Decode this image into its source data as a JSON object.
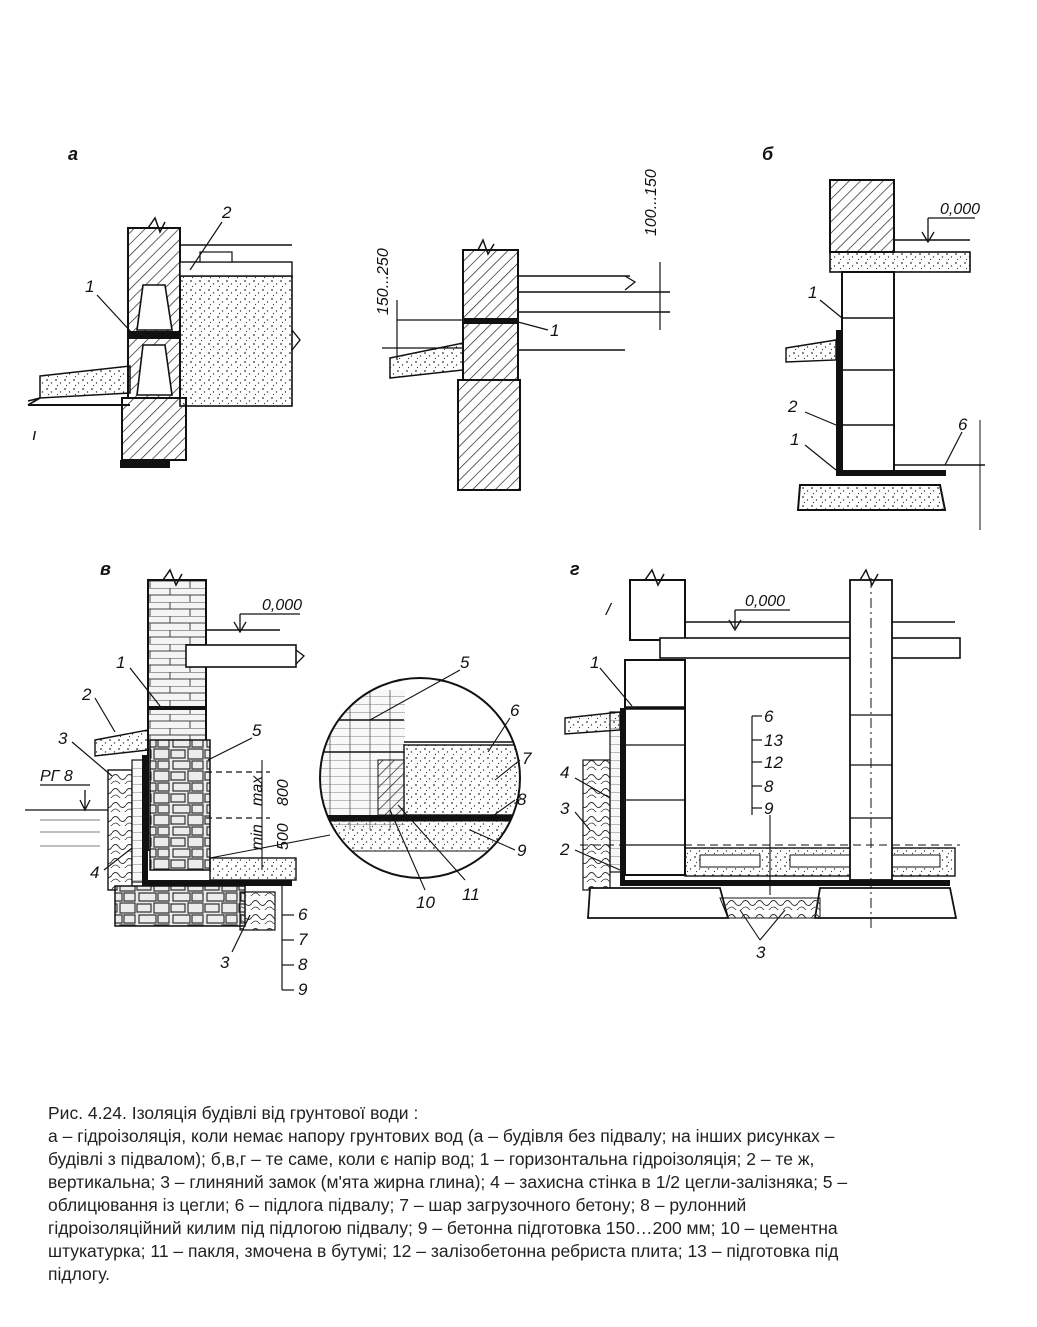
{
  "panels": {
    "a": {
      "letter": "а",
      "labels": {
        "l1": "1",
        "l2": "2",
        "l1b": "1"
      },
      "dims": {
        "d1": "150...250",
        "d2": "100...150"
      }
    },
    "b": {
      "letter": "б",
      "labels": {
        "l1": "1",
        "l2": "2",
        "l1b": "1",
        "l6": "6"
      },
      "level": "0,000"
    },
    "v": {
      "letter": "в",
      "level": "0,000",
      "rg": "РГ 8",
      "labels": {
        "l1": "1",
        "l2": "2",
        "l3": "3",
        "l4": "4",
        "l5": "5",
        "l3b": "3"
      },
      "dims": {
        "max": "max",
        "v800": "800",
        "min": "min",
        "v500": "500"
      },
      "legend": [
        "6",
        "7",
        "8",
        "9"
      ]
    },
    "detail": {
      "labels": {
        "l5": "5",
        "l6": "6",
        "l7": "7",
        "l8": "8",
        "l9": "9",
        "l10": "10",
        "l11": "11"
      }
    },
    "g": {
      "letter": "г",
      "level": "0,000",
      "labels": {
        "l1": "1",
        "l4": "4",
        "l3": "3",
        "l2": "2",
        "l3b": "3"
      },
      "legend": [
        "6",
        "13",
        "12",
        "8",
        "9"
      ]
    }
  },
  "caption": {
    "title": "Рис. 4.24. Ізоляція будівлі від грунтової води :",
    "lines": [
      "а – гідроізоляція, коли немає напору грунтових вод (а – будівля без підвалу; на інших рисунках –",
      " будівлі з підвалом); б,в,г – те саме, коли є напір вод; 1 – горизонтальна гідроізоляція; 2 – те ж,",
      "вертикальна; 3 – глиняний замок (м'ята жирна глина); 4 – захисна стінка в 1/2 цегли-залізняка; 5 –",
      " облицювання із цегли; 6 – підлога підвалу; 7 – шар загрузочного бетону; 8 – рулонний",
      "гідроізоляційний килим під підлогою підвалу; 9 – бетонна підготовка 150…200 мм; 10 – цементна",
      "штукатурка; 11 – пакля, змочена в бутумі; 12 – залізобетонна ребриста плита; 13 – підготовка під",
      "підлогу."
    ]
  }
}
